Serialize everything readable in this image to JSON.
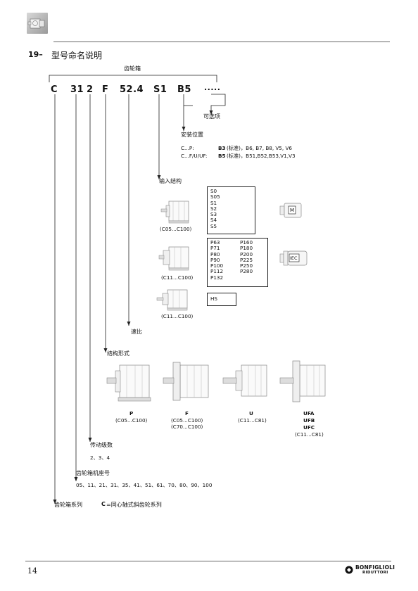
{
  "header": {
    "section_number": "19–",
    "section_title": "型号命名说明"
  },
  "code": {
    "gearbox_label": "齿轮箱",
    "parts": [
      "C",
      "31",
      "2",
      "F",
      "52.4",
      "S1",
      "B5",
      "....."
    ]
  },
  "options": {
    "label": "可选项"
  },
  "mounting": {
    "label": "安装位置",
    "row1_prefix": "C...P:",
    "row1_bold": "B3",
    "row1_rest": "(标准)，B6, B7, B8, V5, V6",
    "row2_prefix": "C...F/U/UF:",
    "row2_bold": "B5",
    "row2_rest": "(标准)，B51,B52,B53,V1,V3"
  },
  "input": {
    "label": "输入结构",
    "s_list": "S0\nS05\nS1\nS2\nS3\nS4\nS5",
    "s_range": "(C05...C100)",
    "s_motor": "M",
    "p_col1": "P63\nP71\nP80\nP90\nP100\nP112\nP132",
    "p_col2": "P160\nP180\nP200\nP225\nP250\nP280",
    "p_range": "(C11...C100)",
    "p_motor": "IEC",
    "hs_label": "HS",
    "hs_range": "(C11...C100)"
  },
  "ratio": {
    "label": "速比"
  },
  "version": {
    "label": "结构形式",
    "p_name": "P",
    "p_range": "(C05...C100)",
    "f_name": "F",
    "f_range1": "(C05...C100)",
    "f_range2": "(C70...C100)",
    "u_name": "U",
    "u_range": "(C11...C81)",
    "uf_name1": "UFA",
    "uf_name2": "UFB",
    "uf_name3": "UFC",
    "uf_range": "(C11...C81)"
  },
  "stages": {
    "label": "传动级数",
    "values": "2、3、4"
  },
  "frame": {
    "label": "齿轮箱机座号",
    "values": "05、11、21、31、35、41、51、61、70、80、90、100"
  },
  "series": {
    "label": "齿轮箱系列",
    "value_bold": "C",
    "value_rest": "=同心轴式斜齿轮系列"
  },
  "footer": {
    "page_number": "14",
    "brand": "BONFIGLIOLI",
    "brand_sub": "RIDUTTORI"
  }
}
